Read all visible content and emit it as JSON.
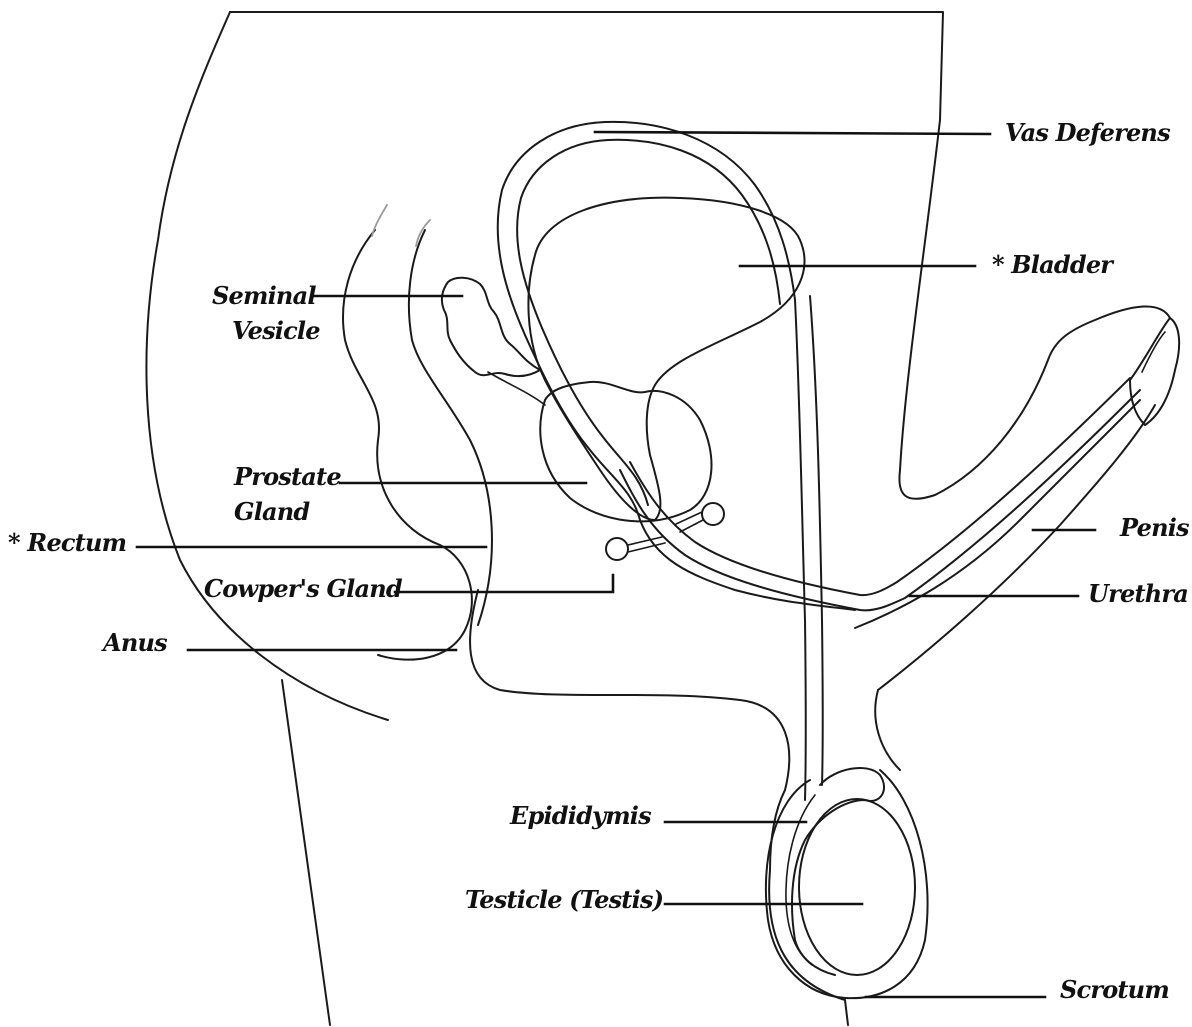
{
  "labels": {
    "vas_deferens": "Vas Deferens",
    "bladder": "* Bladder",
    "seminal_vesicle_line1": "Seminal",
    "seminal_vesicle_line2": "Vesicle",
    "prostate_line1": "Prostate",
    "prostate_line2": "Gland",
    "rectum": "* Rectum",
    "cowpers_gland": "Cowper's Gland",
    "anus": "Anus",
    "penis": "Penis",
    "urethra": "Urethra",
    "epididymis": "Epididymis",
    "testicle": "Testicle (Testis)",
    "scrotum": "Scrotum"
  }
}
